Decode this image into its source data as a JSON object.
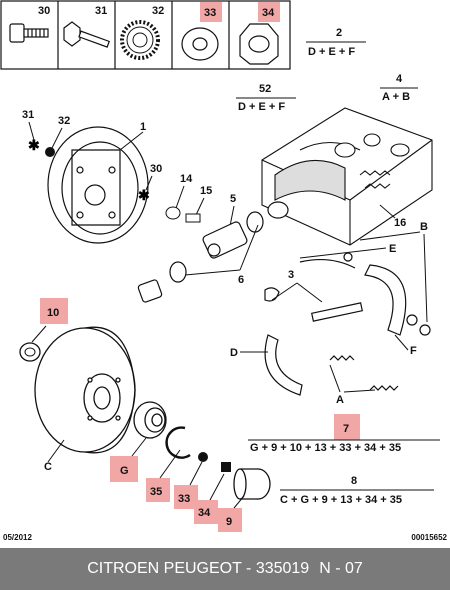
{
  "parts_row": {
    "labels": [
      "30",
      "31",
      "32",
      "33",
      "34"
    ]
  },
  "callouts": {
    "c1": "1",
    "c2": "2",
    "c4": "4",
    "c5": "5",
    "c6": "6",
    "c7": "7",
    "c8": "8",
    "c9": "9",
    "c10": "10",
    "c14": "14",
    "c15": "15",
    "c16": "16",
    "c30": "30",
    "c31": "31",
    "c32": "32",
    "c33": "33",
    "c34": "34",
    "c35": "35",
    "c52": "52",
    "cA": "A",
    "cB": "B",
    "cC": "C",
    "cD": "D",
    "cE": "E",
    "cF": "F",
    "cG": "G",
    "c3": "3"
  },
  "formulas": {
    "f2": "D + E + F",
    "f52": "D + E + F",
    "f4": "A + B",
    "f7": "G + 9 + 10 + 13 + 33 + 34 + 35",
    "f8": "C + G + 9 + 13 + 34 + 35"
  },
  "date": "05/2012",
  "ref": "00015652",
  "footer": {
    "brand": "CITROEN PEUGEOT - 335019",
    "page": "N - 07"
  },
  "colors": {
    "highlight": "#f2a7a7",
    "footer_bg": "#7a7a7a"
  }
}
